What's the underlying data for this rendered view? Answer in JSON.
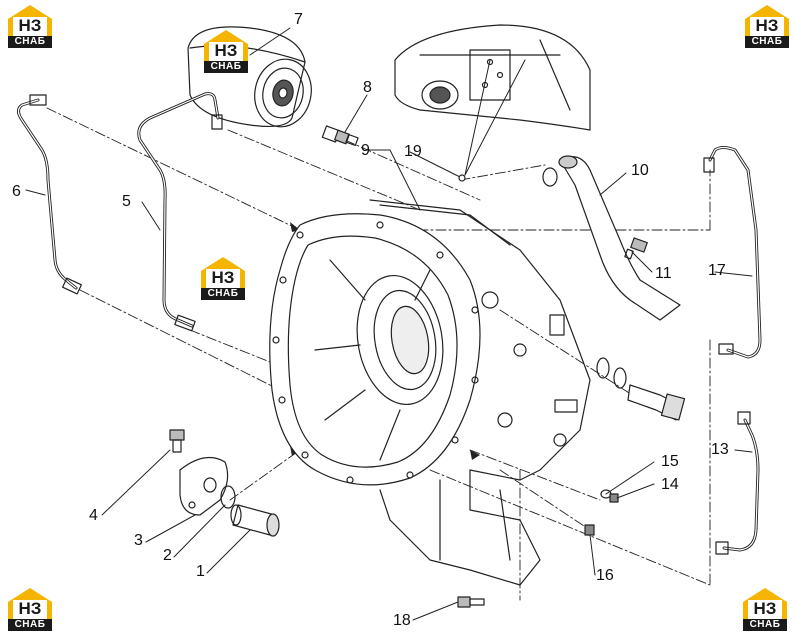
{
  "logo": {
    "mark": "НЗ",
    "caption": "СНАБ",
    "accent_color": "#f5b400",
    "dark_color": "#1a1a1a"
  },
  "callouts": [
    "1",
    "2",
    "3",
    "4",
    "5",
    "6",
    "7",
    "8",
    "9",
    "10",
    "11",
    "13",
    "14",
    "15",
    "16",
    "17",
    "18",
    "19"
  ],
  "diagram": {
    "line_color": "#222222",
    "background": "#ffffff"
  }
}
